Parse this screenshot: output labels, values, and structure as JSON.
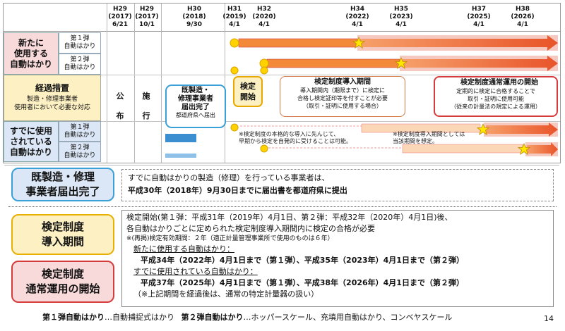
{
  "timeline": {
    "dates": [
      {
        "era": "H29",
        "year": "(2017)",
        "md": "6/21"
      },
      {
        "era": "H29",
        "year": "(2017)",
        "md": "10/1"
      },
      {
        "era": "H30",
        "year": "(2018)",
        "md": "9/30"
      },
      {
        "era": "H31",
        "year": "(2019)",
        "md": "4/1"
      },
      {
        "era": "H32",
        "year": "(2020)",
        "md": "4/1"
      },
      {
        "era": "H34",
        "year": "(2022)",
        "md": "4/1"
      },
      {
        "era": "H35",
        "year": "(2023)",
        "md": "4/1"
      },
      {
        "era": "H37",
        "year": "(2025)",
        "md": "4/1"
      },
      {
        "era": "H38",
        "year": "(2026)",
        "md": "4/1"
      }
    ],
    "milestones": {
      "promulgation": [
        "公",
        "布"
      ],
      "enforcement": [
        "施",
        "行"
      ]
    }
  },
  "rows": {
    "new": {
      "label": "新たに\n使用する\n自動はかり",
      "sub1": "第１弾\n自動はかり",
      "sub2": "第２弾\n自動はかり"
    },
    "transition": {
      "title": "経過措置",
      "desc": "製造・修理事業者\n使用者において必要な対応"
    },
    "existing": {
      "label": "すでに使用\nされている\n自動はかり",
      "sub1": "第１弾\n自動はかり",
      "sub2": "第２弾\n自動はかり"
    }
  },
  "callouts": {
    "report": {
      "title": "既製造・\n修理事業者\n届出完了",
      "sub": "都道府県へ届出"
    },
    "inspection_start": "検定\n開始",
    "intro": {
      "title": "検定制度導入期間",
      "body": "導入期間内（期限まで）に検定に\n合格し検定証印等を付すことが必要\n（取引・証明に使用する場合）"
    },
    "regular": {
      "title": "検定制度通常運用の開始",
      "body": "定期的に検定に合格することで\n取引・証明に使用可能\n（従来の計量法の規定による運用）"
    },
    "note1": "※検定制度の本格的な導入に先んじて、\n早期から検定を自発的に受けることは可能。",
    "note2": "※検定制度導入期間としては\n当該期間を想定。"
  },
  "sections": {
    "report": {
      "label": "既製造・修理\n事業者届出完了",
      "line1": "すでに自動はかりの製造（修理）を行っている事業者は、",
      "line2": "平成30年（2018年）9月30日までに届出書を都道府県に提出"
    },
    "intro": {
      "label": "検定制度\n導入期間"
    },
    "regular": {
      "label": "検定制度\n通常運用の開始"
    },
    "detail": {
      "l1": "検定開始(第１弾：平成31年（2019年）4月1日、第２弾：平成32年（2020年）4月1日)後、",
      "l2": "各自動はかりごとに定められた検定制度導入期間内に検定の合格が必要",
      "l3": "※(再掲)検定有効期間：２年（適正計量管理事業所で使用のものは６年）",
      "l4": "新たに使用する自動はかり：",
      "l5": "平成34年（2022年）4月1日まで（第１弾）、平成35年（2023年）4月1日まで（第２弾）",
      "l6": "すでに使用されている自動はかり：",
      "l7": "平成37年（2025年）4月1日まで（第１弾）、平成38年（2026年）4月1日まで（第２弾）",
      "l8": "（※上記期間を経過後は、通常の特定計量器の扱い）"
    }
  },
  "footer": {
    "b1": "第１弾自動はかり",
    "t1": "…自動捕捉式はかり",
    "b2": "第２弾自動はかり",
    "t2": "…ホッパースケール、充填用自動はかり、コンベヤスケール"
  },
  "page_number": "14",
  "colors": {
    "pink": "#f9dada",
    "yellow": "#fdf1c4",
    "blue": "#dbe7f6",
    "arrow_red": "#e8542a",
    "arrow_blue": "#3b8fd0",
    "star": "#ffe600"
  }
}
